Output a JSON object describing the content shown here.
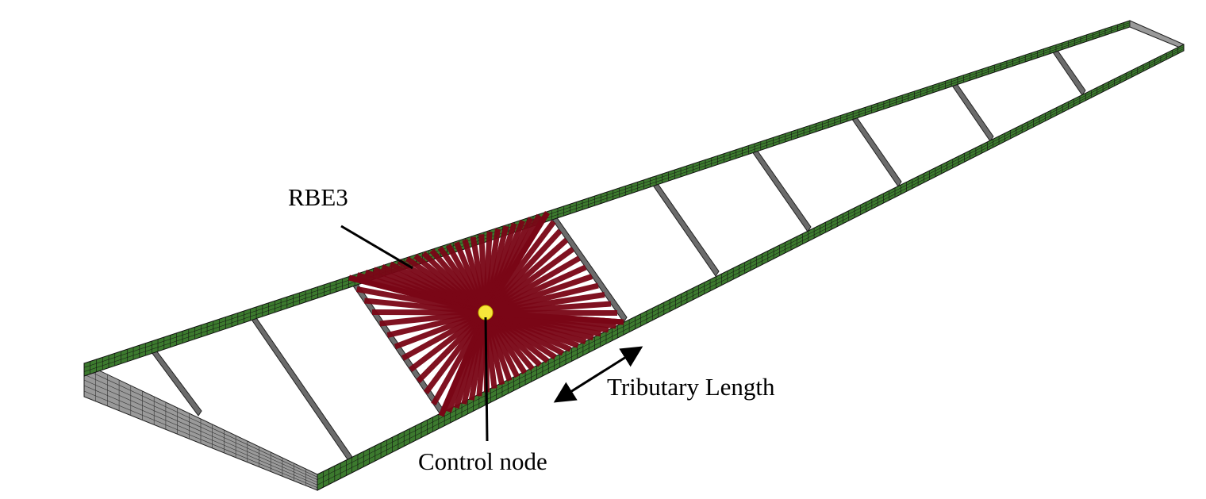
{
  "labels": {
    "rbe3": "RBE3",
    "tributary_length": "Tributary Length",
    "control_node": "Control node"
  },
  "colors": {
    "spar_green": "#3c7a2e",
    "mesh_line": "#111111",
    "rib_grey": "#6b6b6b",
    "root_grey": "#9a9a9a",
    "rbe3_red": "#7a0616",
    "control_node_yellow": "#f7e63a"
  },
  "components": {
    "front_spar": "spar",
    "rear_spar": "spar",
    "ribs": "ribs",
    "rbe3_element": "RBE3 spider element",
    "control_node": "control node"
  }
}
